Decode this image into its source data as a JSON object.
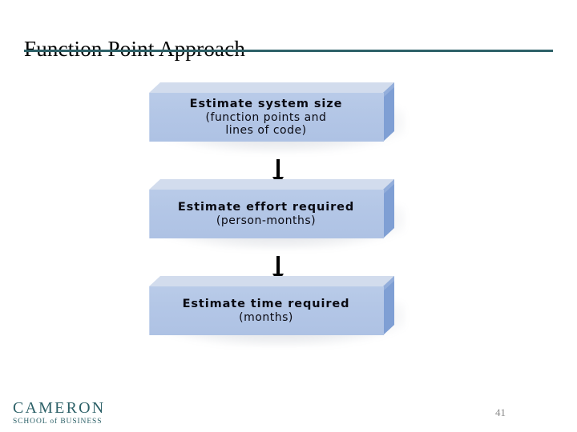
{
  "slide": {
    "title": "Function Point Approach",
    "page_number": "41",
    "rule_color": "#2d6168"
  },
  "logo": {
    "name": "CAMERON",
    "subtitle": "SCHOOL of BUSINESS",
    "color": "#2d6168"
  },
  "diagram": {
    "type": "vertical-flowchart",
    "box_face_color": "#b3c6e6",
    "box_top_color": "#d2dced",
    "box_side_color": "#7f9fd4",
    "arrow_color": "#000000",
    "boxes": [
      {
        "main": "Estimate system size",
        "sub": "(function points and",
        "sub2": "lines of code)"
      },
      {
        "main": "Estimate effort required",
        "sub": "(person-months)",
        "sub2": ""
      },
      {
        "main": "Estimate time required",
        "sub": "(months)",
        "sub2": ""
      }
    ],
    "arrows": [
      {
        "from": "Estimate system size",
        "to": "Estimate effort required"
      },
      {
        "from": "Estimate effort required",
        "to": "Estimate time required"
      }
    ]
  }
}
